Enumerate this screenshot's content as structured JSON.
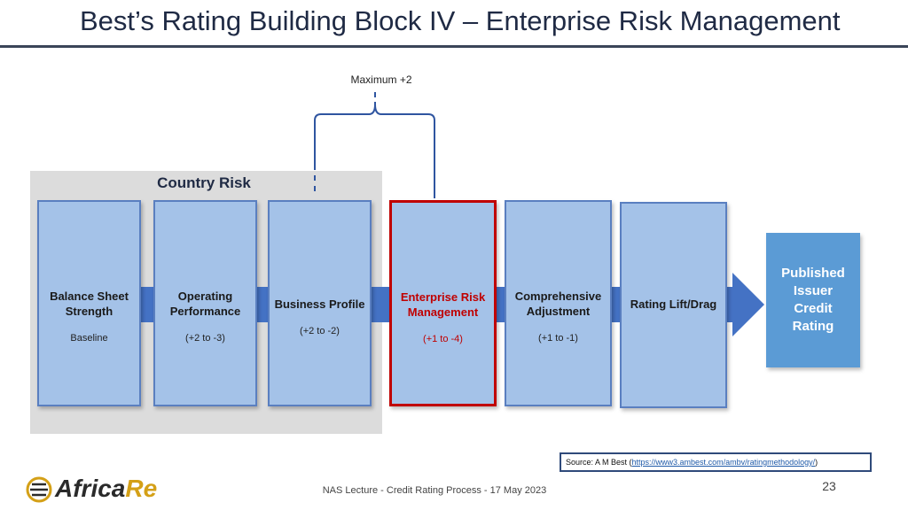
{
  "slide": {
    "title": "Best’s Rating Building Block IV – Enterprise Risk Management",
    "maximum_label": "Maximum +2",
    "country_risk_label": "Country Risk"
  },
  "blocks": [
    {
      "name": "Balance Sheet Strength",
      "range": "Baseline"
    },
    {
      "name": "Operating Performance",
      "range": "(+2 to -3)"
    },
    {
      "name": "Business Profile",
      "range": "(+2 to -2)"
    },
    {
      "name": "Enterprise Risk Management",
      "range": "(+1 to -4)"
    },
    {
      "name": "Comprehensive Adjustment",
      "range": "(+1 to -1)"
    },
    {
      "name": "Rating Lift/Drag",
      "range": ""
    }
  ],
  "published": {
    "label": "Published Issuer Credit Rating"
  },
  "source": {
    "prefix": "Source: A M Best (",
    "link": "https://www3.ambest.com/ambv/ratingmethodology/",
    "suffix": ")"
  },
  "footer": {
    "lecture": "NAS Lecture - Credit Rating Process - 17 May 2023",
    "page_number": "23"
  },
  "logo": {
    "text_main": "Africa",
    "text_accent": "Re"
  },
  "colors": {
    "block_fill": "#a4c2e8",
    "block_border": "#5a7fc0",
    "erm_border": "#c00000",
    "published_fill": "#5b9bd5",
    "arrow": "#4472c4",
    "country_bg": "#dcdcdc"
  }
}
